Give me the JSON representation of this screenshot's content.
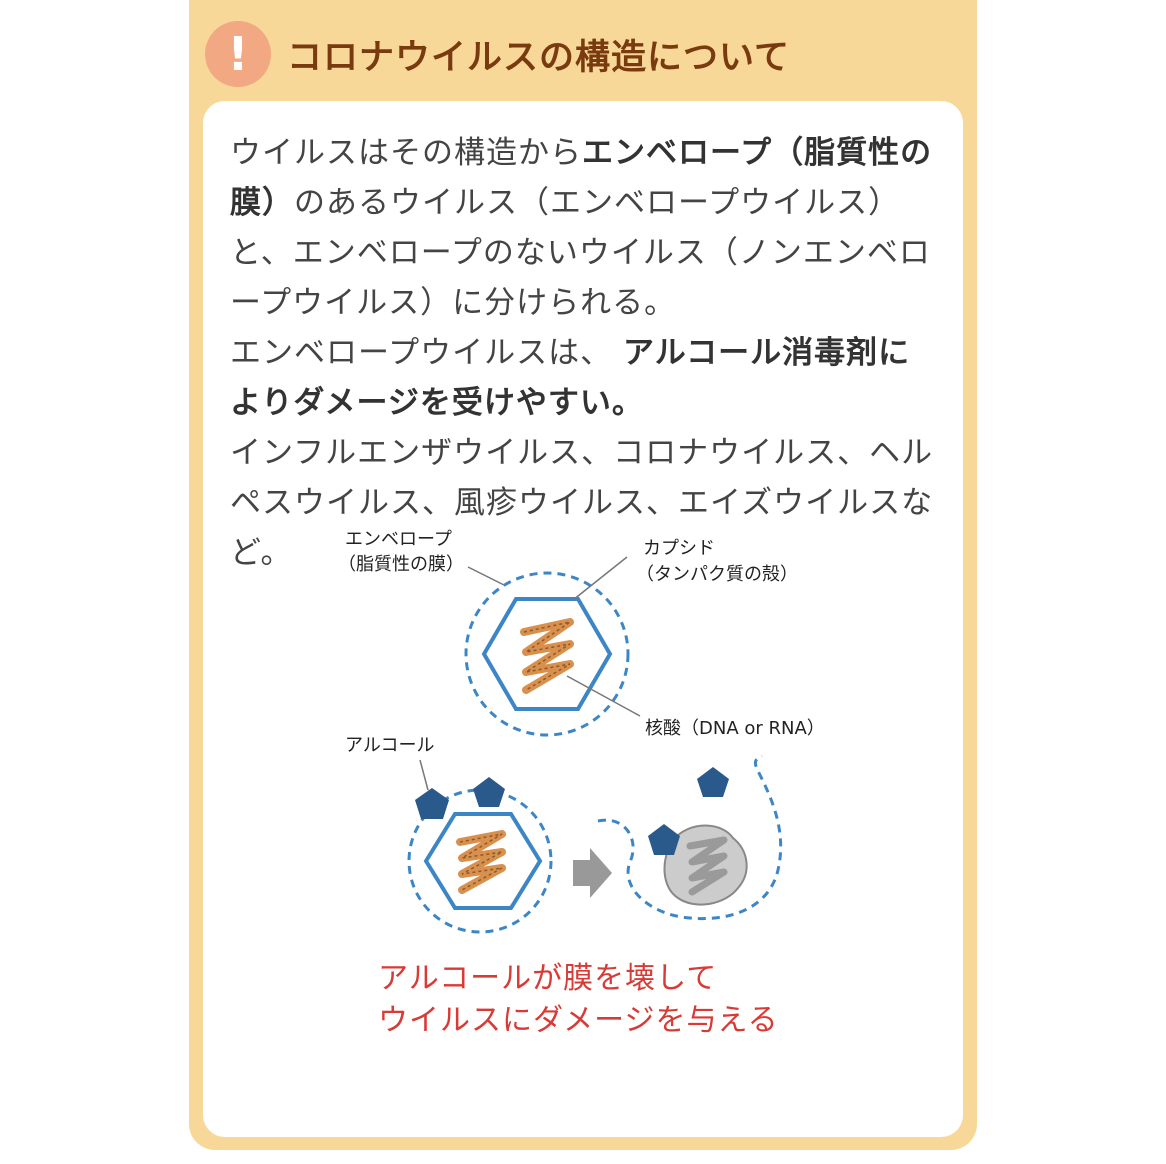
{
  "header": {
    "icon": "exclamation-icon",
    "title": "コロナウイルスの構造について"
  },
  "body": {
    "p1_a": "ウイルスはその構造から",
    "p1_b": "エンベロープ（脂質性の膜）",
    "p1_c": "のあるウイルス（エンベロープウイルス）と、エンベロープのないウイルス（ノンエンベロープウイルス）に分けられる。",
    "p2_a": "エンベロープウイルスは、",
    "p2_b": "アルコール消毒剤によりダメージを受けやすい。",
    "p3": "インフルエンザウイルス、コロナウイルス、ヘルペスウイルス、風疹ウイルス、エイズウイルスなど。"
  },
  "diagram": {
    "envelope_label_1": "エンベロープ",
    "envelope_label_2": "（脂質性の膜）",
    "capsid_label_1": "カプシド",
    "capsid_label_2": "（タンパク質の殻）",
    "nucleic_label": "核酸（DNA or RNA）",
    "alcohol_label": "アルコール",
    "caption_1": "アルコールが膜を壊して",
    "caption_2": "ウイルスにダメージを与える",
    "colors": {
      "envelope": "#3d86c6",
      "alcohol": "#2a5a8c",
      "nucleic": "#d9904d",
      "damaged": "#cccccc",
      "arrow": "#999999",
      "caption": "#d83a35"
    }
  }
}
